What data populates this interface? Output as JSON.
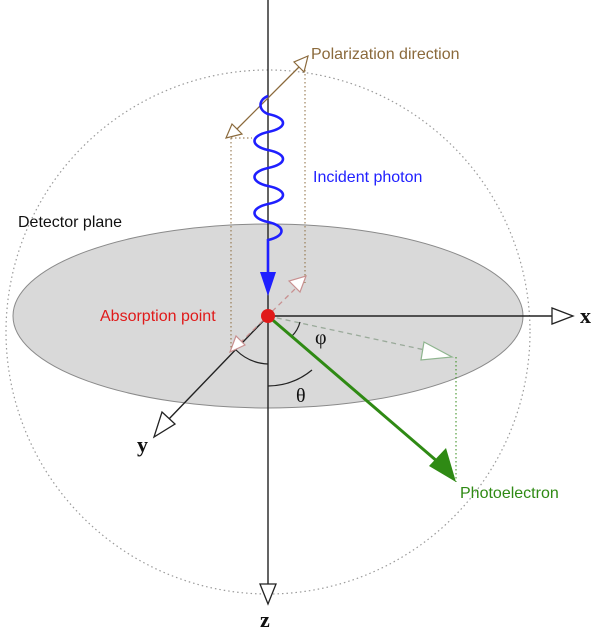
{
  "labels": {
    "polarization": "Polarization direction",
    "incident_photon": "Incident photon",
    "detector_plane": "Detector plane",
    "absorption_point": "Absorption point",
    "photoelectron": "Photoelectron",
    "axis_x": "x",
    "axis_y": "y",
    "axis_z": "z",
    "angle_phi": "φ",
    "angle_theta": "θ"
  },
  "colors": {
    "polarization": "#8b6a3c",
    "incident_photon": "#1f1fff",
    "absorption_point": "#e01a1a",
    "photoelectron": "#2f8a14",
    "detector_plane": "#d9d9d9",
    "axes": "#222222"
  }
}
